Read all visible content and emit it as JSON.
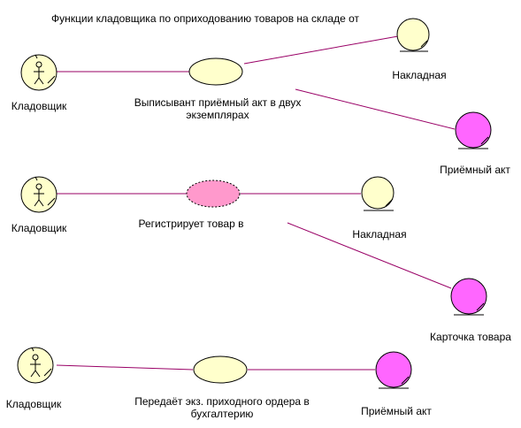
{
  "title": "Функции кладовщика по оприходованию товаров на складе от",
  "colors": {
    "actor_fill": "#FFFFCC",
    "usecase_fill": "#FFFFCC",
    "highlight_fill": "#FF99CC",
    "entity_yellow": "#FFFFCC",
    "entity_pink": "#FF66FF",
    "line": "#990066",
    "stroke": "#000000"
  },
  "row1": {
    "actor_label": "Кладовщик",
    "usecase_label_line1": "Выписывант приёмный акт в двух",
    "usecase_label_line2": "экземплярах",
    "entity1_label": "Накладная",
    "entity2_label": "Приёмный акт"
  },
  "row2": {
    "actor_label": "Кладовщик",
    "usecase_label": "Регистрирует товар в",
    "entity1_label": "Накладная",
    "entity2_label": "Карточка товара"
  },
  "row3": {
    "actor_label": "Кладовщик",
    "usecase_label_line1": "Передаёт экз. приходного ордера в",
    "usecase_label_line2": "бухгалтерию",
    "entity1_label": "Приёмный акт"
  }
}
